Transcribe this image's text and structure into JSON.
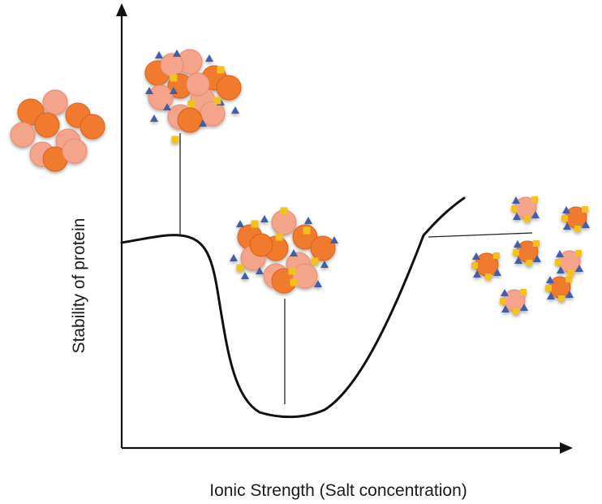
{
  "axes": {
    "x_label": "Ionic Strength (Salt concentration)",
    "y_label": "Stability of protein"
  },
  "colors": {
    "axis": "#111111",
    "curve": "#111111",
    "protein_dark": "#f07a2f",
    "protein_light": "#f3a48b",
    "ion_triangle": "#3f5fa8",
    "ion_square": "#f3c21c"
  },
  "icons": {
    "protein": "orange-circle",
    "anion": "blue-triangle",
    "cation": "yellow-square"
  },
  "groups": [
    {
      "name": "free-protein-aggregate",
      "has_ions": false
    },
    {
      "name": "salting-in-aggregate",
      "has_ions": true
    },
    {
      "name": "minimum-stability-aggregate",
      "has_ions": true
    },
    {
      "name": "ion-shielded-dispersed-proteins",
      "has_ions": true
    }
  ]
}
